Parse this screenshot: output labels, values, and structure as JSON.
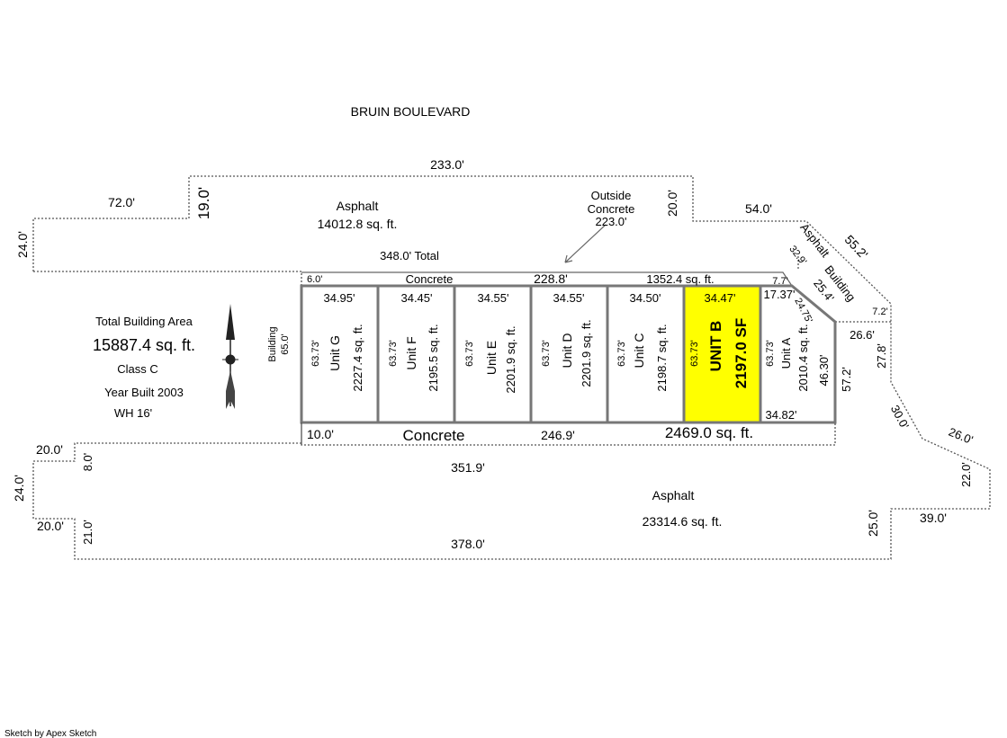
{
  "street": "BRUIN BOULEVARD",
  "highlight_color": "#ffff00",
  "top_asphalt": {
    "dims": [
      "233.0'",
      "72.0'",
      "19.0'",
      "24.0'",
      "20.0'",
      "54.0'",
      "55.2'"
    ],
    "label": "Asphalt",
    "area": "14012.8 sq. ft.",
    "total": "348.0'  Total"
  },
  "outside_concrete": {
    "line1": "Outside",
    "line2": "Concrete",
    "dim": "223.0'"
  },
  "corner_asphalt": {
    "label": "Asphalt",
    "dim": "32.9'"
  },
  "corner_building": {
    "label": "Building",
    "dim": "25.4'"
  },
  "top_concrete": {
    "dim_left": "6.0'",
    "label": "Concrete",
    "length": "228.8'",
    "area": "1352.4 sq. ft.",
    "dim_right": "7.7'"
  },
  "building_side": {
    "label": "Building",
    "dim": "65.0'"
  },
  "units": [
    {
      "width": "34.95'",
      "depth": "63.73'",
      "name": "Unit G",
      "area": "2227.4 sq. ft."
    },
    {
      "width": "34.45'",
      "depth": "63.73'",
      "name": "Unit F",
      "area": "2195.5 sq. ft."
    },
    {
      "width": "34.55'",
      "depth": "63.73'",
      "name": "Unit E",
      "area": "2201.9 sq. ft."
    },
    {
      "width": "34.55'",
      "depth": "63.73'",
      "name": "Unit D",
      "area": "2201.9 sq. ft."
    },
    {
      "width": "34.50'",
      "depth": "63.73'",
      "name": "Unit C",
      "area": "2198.7 sq. ft."
    },
    {
      "width": "34.47'",
      "depth": "63.73'",
      "name": "UNIT B",
      "area": "2197.0 SF"
    },
    {
      "width": "17.37'",
      "depth": "63.73'",
      "name": "Unit A",
      "area": "2010.4 sq. ft.",
      "diag": "24.75'",
      "right": "46.30'",
      "bottom": "34.82'"
    }
  ],
  "right_dims": [
    "7.2'",
    "26.6'",
    "27.8'",
    "57.2'",
    "30.0'",
    "26.0'",
    "22.0'",
    "39.0'",
    "25.0'"
  ],
  "summary": {
    "title": "Total Building Area",
    "area": "15887.4 sq. ft.",
    "class": "Class C",
    "year": "Year Built 2003",
    "wall_height": "WH 16'"
  },
  "bottom_concrete": {
    "dim_left": "10.0'",
    "label": "Concrete",
    "length": "246.9'",
    "area": "2469.0 sq. ft."
  },
  "bottom_asphalt": {
    "dims": [
      "20.0'",
      "8.0'",
      "24.0'",
      "351.9'",
      "20.0'",
      "21.0'",
      "378.0'"
    ],
    "label": "Asphalt",
    "area": "23314.6 sq. ft."
  },
  "footer": "Sketch by Apex Sketch"
}
